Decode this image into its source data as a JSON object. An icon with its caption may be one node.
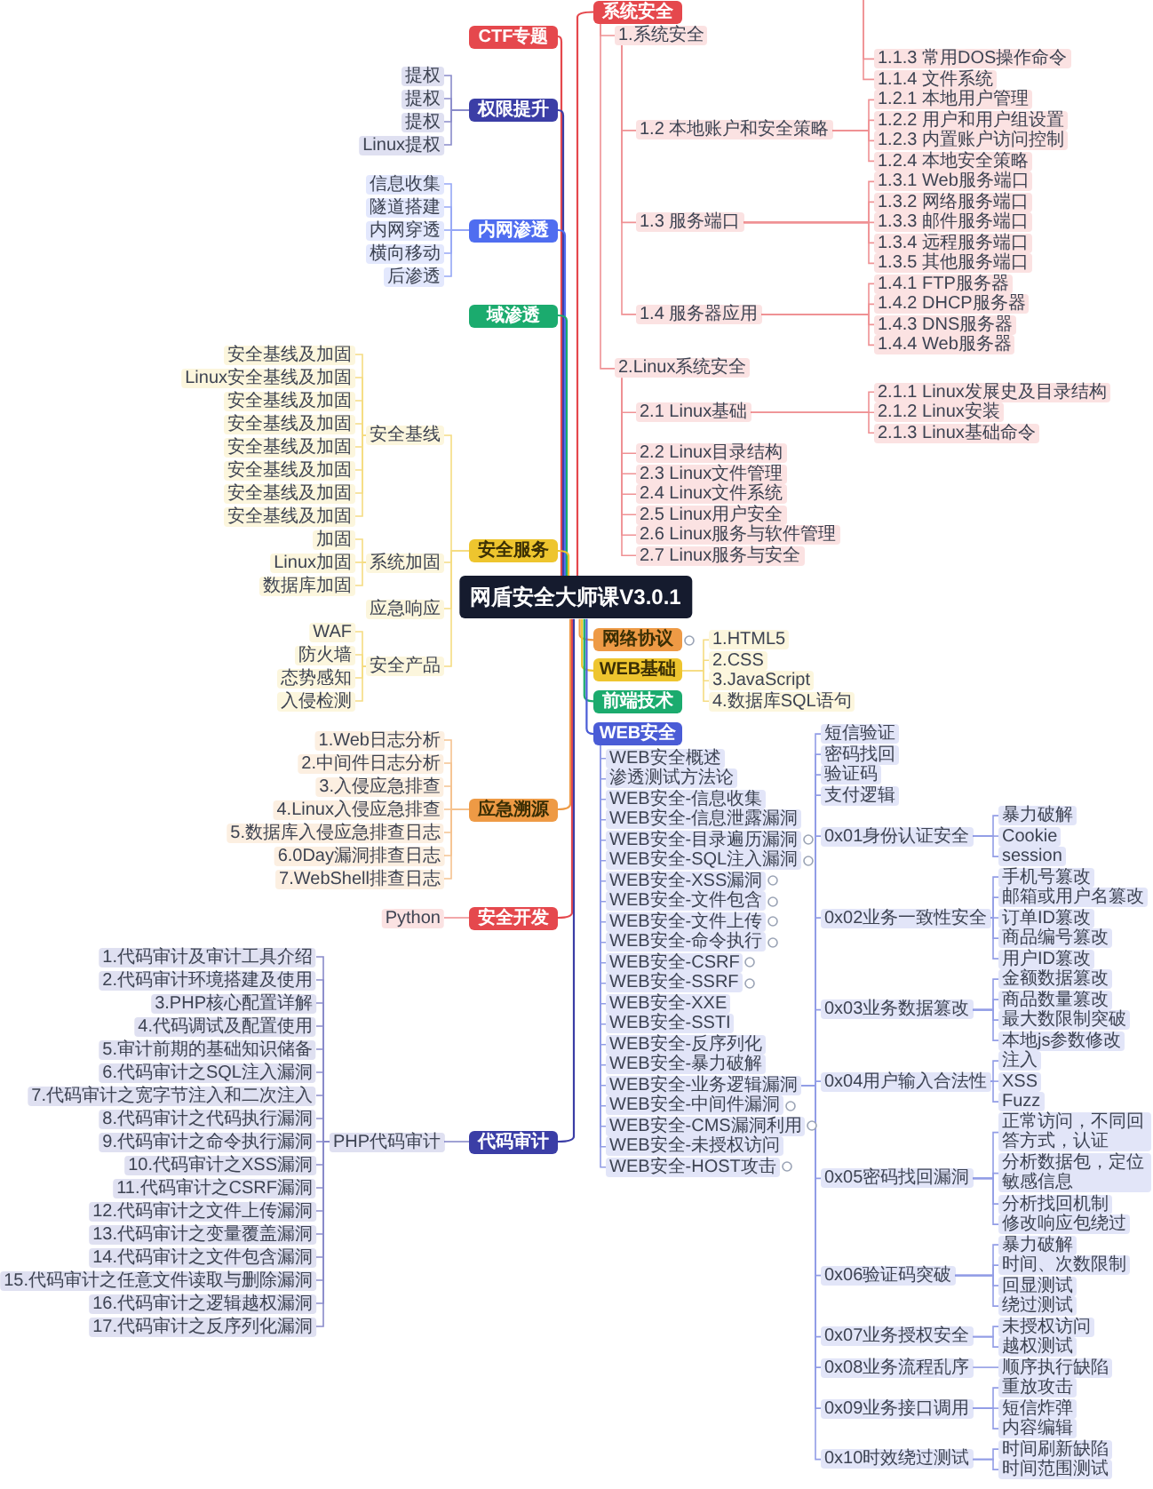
{
  "diagram": {
    "nodes": [
      {
        "text": [
          "网盾安全大师课V3.0.1"
        ]
      },
      {
        "text": [
          "系统安全"
        ]
      },
      {
        "text": [
          "1.系统安全"
        ]
      },
      {
        "text": [
          "1.1.3 常用DOS操作命令"
        ]
      },
      {
        "text": [
          "1.1.4 文件系统"
        ]
      },
      {
        "text": [
          "1.2 本地账户和安全策略"
        ]
      },
      {
        "text": [
          "1.2.1 本地用户管理"
        ]
      },
      {
        "text": [
          "1.2.2 用户和用户组设置"
        ]
      },
      {
        "text": [
          "1.2.3 内置账户访问控制"
        ]
      },
      {
        "text": [
          "1.2.4 本地安全策略"
        ]
      },
      {
        "text": [
          "1.3 服务端口"
        ]
      },
      {
        "text": [
          "1.3.1 Web服务端口"
        ]
      },
      {
        "text": [
          "1.3.2 网络服务端口"
        ]
      },
      {
        "text": [
          "1.3.3 邮件服务端口"
        ]
      },
      {
        "text": [
          "1.3.4 远程服务端口"
        ]
      },
      {
        "text": [
          "1.3.5 其他服务端口"
        ]
      },
      {
        "text": [
          "1.4 服务器应用"
        ]
      },
      {
        "text": [
          "1.4.1 FTP服务器"
        ]
      },
      {
        "text": [
          "1.4.2 DHCP服务器"
        ]
      },
      {
        "text": [
          "1.4.3 DNS服务器"
        ]
      },
      {
        "text": [
          "1.4.4 Web服务器"
        ]
      },
      {
        "text": [
          "2.Linux系统安全"
        ]
      },
      {
        "text": [
          "2.1 Linux基础"
        ]
      },
      {
        "text": [
          "2.1.1 Linux发展史及目录结构"
        ]
      },
      {
        "text": [
          "2.1.2 Linux安装"
        ]
      },
      {
        "text": [
          "2.1.3 Linux基础命令"
        ]
      },
      {
        "text": [
          "2.2 Linux目录结构"
        ]
      },
      {
        "text": [
          "2.3 Linux文件管理"
        ]
      },
      {
        "text": [
          "2.4 Linux文件系统"
        ]
      },
      {
        "text": [
          "2.5 Linux用户安全"
        ]
      },
      {
        "text": [
          "2.6 Linux服务与软件管理"
        ]
      },
      {
        "text": [
          "2.7 Linux服务与安全"
        ]
      },
      {
        "text": [
          "网络协议"
        ]
      },
      {
        "text": [
          "WEB基础"
        ]
      },
      {
        "text": [
          "1.HTML5"
        ]
      },
      {
        "text": [
          "2.CSS"
        ]
      },
      {
        "text": [
          "3.JavaScript"
        ]
      },
      {
        "text": [
          "4.数据库SQL语句"
        ]
      },
      {
        "text": [
          "前端技术"
        ]
      },
      {
        "text": [
          "WEB安全"
        ]
      },
      {
        "text": [
          "WEB安全概述"
        ]
      },
      {
        "text": [
          "渗透测试方法论"
        ]
      },
      {
        "text": [
          "WEB安全-信息收集"
        ]
      },
      {
        "text": [
          "WEB安全-信息泄露漏洞"
        ]
      },
      {
        "text": [
          "WEB安全-目录遍历漏洞"
        ]
      },
      {
        "text": [
          "WEB安全-SQL注入漏洞"
        ]
      },
      {
        "text": [
          "WEB安全-XSS漏洞"
        ]
      },
      {
        "text": [
          "WEB安全-文件包含"
        ]
      },
      {
        "text": [
          "WEB安全-文件上传"
        ]
      },
      {
        "text": [
          "WEB安全-命令执行"
        ]
      },
      {
        "text": [
          "WEB安全-CSRF"
        ]
      },
      {
        "text": [
          "WEB安全-SSRF"
        ]
      },
      {
        "text": [
          "WEB安全-XXE"
        ]
      },
      {
        "text": [
          "WEB安全-SSTI"
        ]
      },
      {
        "text": [
          "WEB安全-反序列化"
        ]
      },
      {
        "text": [
          "WEB安全-暴力破解"
        ]
      },
      {
        "text": [
          "WEB安全-业务逻辑漏洞"
        ]
      },
      {
        "text": [
          "短信验证"
        ]
      },
      {
        "text": [
          "密码找回"
        ]
      },
      {
        "text": [
          "验证码"
        ]
      },
      {
        "text": [
          "支付逻辑"
        ]
      },
      {
        "text": [
          "0x01身份认证安全"
        ]
      },
      {
        "text": [
          "暴力破解"
        ]
      },
      {
        "text": [
          "Cookie"
        ]
      },
      {
        "text": [
          "session"
        ]
      },
      {
        "text": [
          "0x02业务一致性安全"
        ]
      },
      {
        "text": [
          "手机号篡改"
        ]
      },
      {
        "text": [
          "邮箱或用户名篡改"
        ]
      },
      {
        "text": [
          "订单ID篡改"
        ]
      },
      {
        "text": [
          "商品编号篡改"
        ]
      },
      {
        "text": [
          "用户ID篡改"
        ]
      },
      {
        "text": [
          "0x03业务数据篡改"
        ]
      },
      {
        "text": [
          "金额数据篡改"
        ]
      },
      {
        "text": [
          "商品数量篡改"
        ]
      },
      {
        "text": [
          "最大数限制突破"
        ]
      },
      {
        "text": [
          "本地js参数修改"
        ]
      },
      {
        "text": [
          "0x04用户输入合法性"
        ]
      },
      {
        "text": [
          "注入"
        ]
      },
      {
        "text": [
          "XSS"
        ]
      },
      {
        "text": [
          "Fuzz"
        ]
      },
      {
        "text": [
          "0x05密码找回漏洞"
        ]
      },
      {
        "text": [
          "正常访问，不同回答方式，认证"
        ]
      },
      {
        "text": [
          "分析数据包，定位敏感信息"
        ]
      },
      {
        "text": [
          "分析找回机制"
        ]
      },
      {
        "text": [
          "修改响应包绕过"
        ]
      },
      {
        "text": [
          "0x06验证码突破"
        ]
      },
      {
        "text": [
          "暴力破解"
        ]
      },
      {
        "text": [
          "时间、次数限制"
        ]
      },
      {
        "text": [
          "回显测试"
        ]
      },
      {
        "text": [
          "绕过测试"
        ]
      },
      {
        "text": [
          "0x07业务授权安全"
        ]
      },
      {
        "text": [
          "未授权访问"
        ]
      },
      {
        "text": [
          "越权测试"
        ]
      },
      {
        "text": [
          "0x08业务流程乱序"
        ]
      },
      {
        "text": [
          "顺序执行缺陷"
        ]
      },
      {
        "text": [
          "0x09业务接口调用"
        ]
      },
      {
        "text": [
          "重放攻击"
        ]
      },
      {
        "text": [
          "短信炸弹"
        ]
      },
      {
        "text": [
          "内容编辑"
        ]
      },
      {
        "text": [
          "0x10时效绕过测试"
        ]
      },
      {
        "text": [
          "时间刷新缺陷"
        ]
      },
      {
        "text": [
          "时间范围测试"
        ]
      },
      {
        "text": [
          "WEB安全-中间件漏洞"
        ]
      },
      {
        "text": [
          "WEB安全-CMS漏洞利用"
        ]
      },
      {
        "text": [
          "WEB安全-未授权访问"
        ]
      },
      {
        "text": [
          "WEB安全-HOST攻击"
        ]
      },
      {
        "text": [
          "CTF专题"
        ]
      },
      {
        "text": [
          "权限提升"
        ]
      },
      {
        "text": [
          "提权"
        ]
      },
      {
        "text": [
          "提权"
        ]
      },
      {
        "text": [
          "提权"
        ]
      },
      {
        "text": [
          "Linux提权"
        ]
      },
      {
        "text": [
          "内网渗透"
        ]
      },
      {
        "text": [
          "信息收集"
        ]
      },
      {
        "text": [
          "隧道搭建"
        ]
      },
      {
        "text": [
          "内网穿透"
        ]
      },
      {
        "text": [
          "横向移动"
        ]
      },
      {
        "text": [
          "后渗透"
        ]
      },
      {
        "text": [
          "域渗透"
        ]
      },
      {
        "text": [
          "安全服务"
        ]
      },
      {
        "text": [
          "安全基线"
        ]
      },
      {
        "text": [
          "安全基线及加固"
        ]
      },
      {
        "text": [
          "Linux安全基线及加固"
        ]
      },
      {
        "text": [
          "安全基线及加固"
        ]
      },
      {
        "text": [
          "安全基线及加固"
        ]
      },
      {
        "text": [
          "安全基线及加固"
        ]
      },
      {
        "text": [
          "安全基线及加固"
        ]
      },
      {
        "text": [
          "安全基线及加固"
        ]
      },
      {
        "text": [
          "安全基线及加固"
        ]
      },
      {
        "text": [
          "系统加固"
        ]
      },
      {
        "text": [
          "加固"
        ]
      },
      {
        "text": [
          "Linux加固"
        ]
      },
      {
        "text": [
          "数据库加固"
        ]
      },
      {
        "text": [
          "应急响应"
        ]
      },
      {
        "text": [
          "安全产品"
        ]
      },
      {
        "text": [
          "WAF"
        ]
      },
      {
        "text": [
          "防火墙"
        ]
      },
      {
        "text": [
          "态势感知"
        ]
      },
      {
        "text": [
          "入侵检测"
        ]
      },
      {
        "text": [
          "应急溯源"
        ]
      },
      {
        "text": [
          "1.Web日志分析"
        ]
      },
      {
        "text": [
          "2.中间件日志分析"
        ]
      },
      {
        "text": [
          "3.入侵应急排查"
        ]
      },
      {
        "text": [
          "4.Linux入侵应急排查"
        ]
      },
      {
        "text": [
          "5.数据库入侵应急排查日志"
        ]
      },
      {
        "text": [
          "6.0Day漏洞排查日志"
        ]
      },
      {
        "text": [
          "7.WebShell排查日志"
        ]
      },
      {
        "text": [
          "安全开发"
        ]
      },
      {
        "text": [
          "Python"
        ]
      },
      {
        "text": [
          "代码审计"
        ]
      },
      {
        "text": [
          "PHP代码审计"
        ]
      },
      {
        "text": [
          "1.代码审计及审计工具介绍"
        ]
      },
      {
        "text": [
          "2.代码审计环境搭建及使用"
        ]
      },
      {
        "text": [
          "3.PHP核心配置详解"
        ]
      },
      {
        "text": [
          "4.代码调试及配置使用"
        ]
      },
      {
        "text": [
          "5.审计前期的基础知识储备"
        ]
      },
      {
        "text": [
          "6.代码审计之SQL注入漏洞"
        ]
      },
      {
        "text": [
          "7.代码审计之宽字节注入和二次注入"
        ]
      },
      {
        "text": [
          "8.代码审计之代码执行漏洞"
        ]
      },
      {
        "text": [
          "9.代码审计之命令执行漏洞"
        ]
      },
      {
        "text": [
          "10.代码审计之XSS漏洞"
        ]
      },
      {
        "text": [
          "11.代码审计之CSRF漏洞"
        ]
      },
      {
        "text": [
          "12.代码审计之文件上传漏洞"
        ]
      },
      {
        "text": [
          "13.代码审计之变量覆盖漏洞"
        ]
      },
      {
        "text": [
          "14.代码审计之文件包含漏洞"
        ]
      },
      {
        "text": [
          "15.代码审计之任意文件读取与删除漏洞"
        ]
      },
      {
        "text": [
          "16.代码审计之逻辑越权漏洞"
        ]
      },
      {
        "text": [
          "17.代码审计之反序列化漏洞"
        ]
      }
    ],
    "edges": [
      {
        "from": 0,
        "to": 1,
        "arrow": "none",
        "color": "#e5484d"
      },
      {
        "from": 0,
        "to": 32,
        "arrow": "none",
        "color": "#ee9a45"
      },
      {
        "from": 0,
        "to": 33,
        "arrow": "none",
        "color": "#eec52e"
      },
      {
        "from": 0,
        "to": 38,
        "arrow": "none",
        "color": "#1bab6e"
      },
      {
        "from": 0,
        "to": 39,
        "arrow": "none",
        "color": "#4a5cd6"
      },
      {
        "from": 0,
        "to": 106,
        "arrow": "none",
        "color": "#e5484d"
      },
      {
        "from": 0,
        "to": 107,
        "arrow": "none",
        "color": "#3b3ea6"
      },
      {
        "from": 0,
        "to": 112,
        "arrow": "none",
        "color": "#4f6df0"
      },
      {
        "from": 0,
        "to": 118,
        "arrow": "none",
        "color": "#1bab6e"
      },
      {
        "from": 0,
        "to": 119,
        "arrow": "none",
        "color": "#eec52e"
      },
      {
        "from": 0,
        "to": 139,
        "arrow": "none",
        "color": "#ee9a45"
      },
      {
        "from": 0,
        "to": 147,
        "arrow": "none",
        "color": "#e5484d"
      },
      {
        "from": 0,
        "to": 149,
        "arrow": "none",
        "color": "#3b3ea6"
      },
      {
        "from": 1,
        "to": 2,
        "arrow": "none",
        "color": "#ef9194"
      },
      {
        "from": 1,
        "to": 21,
        "arrow": "none",
        "color": "#ef9194"
      },
      {
        "from": null,
        "to": 3,
        "arrow": "none",
        "color": "#ef9194"
      },
      {
        "from": null,
        "to": 4,
        "arrow": "none",
        "color": "#ef9194"
      },
      {
        "from": 2,
        "to": 5,
        "arrow": "none",
        "color": "#ef9194"
      },
      {
        "from": 2,
        "to": 10,
        "arrow": "none",
        "color": "#ef9194"
      },
      {
        "from": 2,
        "to": 16,
        "arrow": "none",
        "color": "#ef9194"
      },
      {
        "from": 5,
        "to": 6,
        "arrow": "none",
        "color": "#ef9194"
      },
      {
        "from": 5,
        "to": 7,
        "arrow": "none",
        "color": "#ef9194"
      },
      {
        "from": 5,
        "to": 8,
        "arrow": "none",
        "color": "#ef9194"
      },
      {
        "from": 5,
        "to": 9,
        "arrow": "none",
        "color": "#ef9194"
      },
      {
        "from": 10,
        "to": 11,
        "arrow": "none",
        "color": "#ef9194"
      },
      {
        "from": 10,
        "to": 12,
        "arrow": "none",
        "color": "#ef9194"
      },
      {
        "from": 10,
        "to": 13,
        "arrow": "none",
        "color": "#ef9194"
      },
      {
        "from": 10,
        "to": 14,
        "arrow": "none",
        "color": "#ef9194"
      },
      {
        "from": 10,
        "to": 15,
        "arrow": "none",
        "color": "#ef9194"
      },
      {
        "from": 16,
        "to": 17,
        "arrow": "none",
        "color": "#ef9194"
      },
      {
        "from": 16,
        "to": 18,
        "arrow": "none",
        "color": "#ef9194"
      },
      {
        "from": 16,
        "to": 19,
        "arrow": "none",
        "color": "#ef9194"
      },
      {
        "from": 16,
        "to": 20,
        "arrow": "none",
        "color": "#ef9194"
      },
      {
        "from": 21,
        "to": 22,
        "arrow": "none",
        "color": "#ef9194"
      },
      {
        "from": 21,
        "to": 26,
        "arrow": "none",
        "color": "#ef9194"
      },
      {
        "from": 21,
        "to": 27,
        "arrow": "none",
        "color": "#ef9194"
      },
      {
        "from": 21,
        "to": 28,
        "arrow": "none",
        "color": "#ef9194"
      },
      {
        "from": 21,
        "to": 29,
        "arrow": "none",
        "color": "#ef9194"
      },
      {
        "from": 21,
        "to": 30,
        "arrow": "none",
        "color": "#ef9194"
      },
      {
        "from": 21,
        "to": 31,
        "arrow": "none",
        "color": "#ef9194"
      },
      {
        "from": 22,
        "to": 23,
        "arrow": "none",
        "color": "#ef9194"
      },
      {
        "from": 22,
        "to": 24,
        "arrow": "none",
        "color": "#ef9194"
      },
      {
        "from": 22,
        "to": 25,
        "arrow": "none",
        "color": "#ef9194"
      },
      {
        "from": 33,
        "to": 34,
        "arrow": "none",
        "color": "#f5dc82"
      },
      {
        "from": 33,
        "to": 35,
        "arrow": "none",
        "color": "#f5dc82"
      },
      {
        "from": 33,
        "to": 36,
        "arrow": "none",
        "color": "#f5dc82"
      },
      {
        "from": 33,
        "to": 37,
        "arrow": "none",
        "color": "#f5dc82"
      },
      {
        "from": 39,
        "to": 40,
        "arrow": "none",
        "color": "#929de6"
      },
      {
        "from": 39,
        "to": 41,
        "arrow": "none",
        "color": "#929de6"
      },
      {
        "from": 39,
        "to": 42,
        "arrow": "none",
        "color": "#929de6"
      },
      {
        "from": 39,
        "to": 43,
        "arrow": "none",
        "color": "#929de6"
      },
      {
        "from": 39,
        "to": 44,
        "arrow": "none",
        "color": "#929de6"
      },
      {
        "from": 39,
        "to": 45,
        "arrow": "none",
        "color": "#929de6"
      },
      {
        "from": 39,
        "to": 46,
        "arrow": "none",
        "color": "#929de6"
      },
      {
        "from": 39,
        "to": 47,
        "arrow": "none",
        "color": "#929de6"
      },
      {
        "from": 39,
        "to": 48,
        "arrow": "none",
        "color": "#929de6"
      },
      {
        "from": 39,
        "to": 49,
        "arrow": "none",
        "color": "#929de6"
      },
      {
        "from": 39,
        "to": 50,
        "arrow": "none",
        "color": "#929de6"
      },
      {
        "from": 39,
        "to": 51,
        "arrow": "none",
        "color": "#929de6"
      },
      {
        "from": 39,
        "to": 52,
        "arrow": "none",
        "color": "#929de6"
      },
      {
        "from": 39,
        "to": 53,
        "arrow": "none",
        "color": "#929de6"
      },
      {
        "from": 39,
        "to": 54,
        "arrow": "none",
        "color": "#929de6"
      },
      {
        "from": 39,
        "to": 55,
        "arrow": "none",
        "color": "#929de6"
      },
      {
        "from": 39,
        "to": 56,
        "arrow": "none",
        "color": "#929de6"
      },
      {
        "from": 39,
        "to": 102,
        "arrow": "none",
        "color": "#929de6"
      },
      {
        "from": 39,
        "to": 103,
        "arrow": "none",
        "color": "#929de6"
      },
      {
        "from": 39,
        "to": 104,
        "arrow": "none",
        "color": "#929de6"
      },
      {
        "from": 39,
        "to": 105,
        "arrow": "none",
        "color": "#929de6"
      },
      {
        "from": 56,
        "to": 57,
        "arrow": "none",
        "color": "#929de6"
      },
      {
        "from": 56,
        "to": 58,
        "arrow": "none",
        "color": "#929de6"
      },
      {
        "from": 56,
        "to": 59,
        "arrow": "none",
        "color": "#929de6"
      },
      {
        "from": 56,
        "to": 60,
        "arrow": "none",
        "color": "#929de6"
      },
      {
        "from": 56,
        "to": 61,
        "arrow": "none",
        "color": "#929de6"
      },
      {
        "from": 56,
        "to": 65,
        "arrow": "none",
        "color": "#929de6"
      },
      {
        "from": 56,
        "to": 71,
        "arrow": "none",
        "color": "#929de6"
      },
      {
        "from": 56,
        "to": 76,
        "arrow": "none",
        "color": "#929de6"
      },
      {
        "from": 56,
        "to": 80,
        "arrow": "none",
        "color": "#929de6"
      },
      {
        "from": 56,
        "to": 85,
        "arrow": "none",
        "color": "#929de6"
      },
      {
        "from": 56,
        "to": 90,
        "arrow": "none",
        "color": "#929de6"
      },
      {
        "from": 56,
        "to": 93,
        "arrow": "none",
        "color": "#929de6"
      },
      {
        "from": 56,
        "to": 95,
        "arrow": "none",
        "color": "#929de6"
      },
      {
        "from": 56,
        "to": 99,
        "arrow": "none",
        "color": "#929de6"
      },
      {
        "from": 61,
        "to": 62,
        "arrow": "none",
        "color": "#929de6"
      },
      {
        "from": 61,
        "to": 63,
        "arrow": "none",
        "color": "#929de6"
      },
      {
        "from": 61,
        "to": 64,
        "arrow": "none",
        "color": "#929de6"
      },
      {
        "from": 65,
        "to": 66,
        "arrow": "none",
        "color": "#929de6"
      },
      {
        "from": 65,
        "to": 67,
        "arrow": "none",
        "color": "#929de6"
      },
      {
        "from": 65,
        "to": 68,
        "arrow": "none",
        "color": "#929de6"
      },
      {
        "from": 65,
        "to": 69,
        "arrow": "none",
        "color": "#929de6"
      },
      {
        "from": 65,
        "to": 70,
        "arrow": "none",
        "color": "#929de6"
      },
      {
        "from": 71,
        "to": 72,
        "arrow": "none",
        "color": "#929de6"
      },
      {
        "from": 71,
        "to": 73,
        "arrow": "none",
        "color": "#929de6"
      },
      {
        "from": 71,
        "to": 74,
        "arrow": "none",
        "color": "#929de6"
      },
      {
        "from": 71,
        "to": 75,
        "arrow": "none",
        "color": "#929de6"
      },
      {
        "from": 76,
        "to": 77,
        "arrow": "none",
        "color": "#929de6"
      },
      {
        "from": 76,
        "to": 78,
        "arrow": "none",
        "color": "#929de6"
      },
      {
        "from": 76,
        "to": 79,
        "arrow": "none",
        "color": "#929de6"
      },
      {
        "from": 80,
        "to": 81,
        "arrow": "none",
        "color": "#929de6"
      },
      {
        "from": 80,
        "to": 82,
        "arrow": "none",
        "color": "#929de6"
      },
      {
        "from": 80,
        "to": 83,
        "arrow": "none",
        "color": "#929de6"
      },
      {
        "from": 80,
        "to": 84,
        "arrow": "none",
        "color": "#929de6"
      },
      {
        "from": 85,
        "to": 86,
        "arrow": "none",
        "color": "#929de6"
      },
      {
        "from": 85,
        "to": 87,
        "arrow": "none",
        "color": "#929de6"
      },
      {
        "from": 85,
        "to": 88,
        "arrow": "none",
        "color": "#929de6"
      },
      {
        "from": 85,
        "to": 89,
        "arrow": "none",
        "color": "#929de6"
      },
      {
        "from": 90,
        "to": 91,
        "arrow": "none",
        "color": "#929de6"
      },
      {
        "from": 90,
        "to": 92,
        "arrow": "none",
        "color": "#929de6"
      },
      {
        "from": 93,
        "to": 94,
        "arrow": "none",
        "color": "#929de6"
      },
      {
        "from": 95,
        "to": 96,
        "arrow": "none",
        "color": "#929de6"
      },
      {
        "from": 95,
        "to": 97,
        "arrow": "none",
        "color": "#929de6"
      },
      {
        "from": 95,
        "to": 98,
        "arrow": "none",
        "color": "#929de6"
      },
      {
        "from": 99,
        "to": 100,
        "arrow": "none",
        "color": "#929de6"
      },
      {
        "from": 99,
        "to": 101,
        "arrow": "none",
        "color": "#929de6"
      },
      {
        "from": 107,
        "to": 108,
        "arrow": "none",
        "color": "#898bca"
      },
      {
        "from": 107,
        "to": 109,
        "arrow": "none",
        "color": "#898bca"
      },
      {
        "from": 107,
        "to": 110,
        "arrow": "none",
        "color": "#898bca"
      },
      {
        "from": 107,
        "to": 111,
        "arrow": "none",
        "color": "#898bca"
      },
      {
        "from": 112,
        "to": 113,
        "arrow": "none",
        "color": "#95a7f6"
      },
      {
        "from": 112,
        "to": 114,
        "arrow": "none",
        "color": "#95a7f6"
      },
      {
        "from": 112,
        "to": 115,
        "arrow": "none",
        "color": "#95a7f6"
      },
      {
        "from": 112,
        "to": 116,
        "arrow": "none",
        "color": "#95a7f6"
      },
      {
        "from": 112,
        "to": 117,
        "arrow": "none",
        "color": "#95a7f6"
      },
      {
        "from": 119,
        "to": 120,
        "arrow": "none",
        "color": "#f5dc82"
      },
      {
        "from": 119,
        "to": 129,
        "arrow": "none",
        "color": "#f5dc82"
      },
      {
        "from": 119,
        "to": 133,
        "arrow": "none",
        "color": "#f5dc82"
      },
      {
        "from": 119,
        "to": 134,
        "arrow": "none",
        "color": "#f5dc82"
      },
      {
        "from": 120,
        "to": 121,
        "arrow": "none",
        "color": "#f5dc82"
      },
      {
        "from": 120,
        "to": 122,
        "arrow": "none",
        "color": "#f5dc82"
      },
      {
        "from": 120,
        "to": 123,
        "arrow": "none",
        "color": "#f5dc82"
      },
      {
        "from": 120,
        "to": 124,
        "arrow": "none",
        "color": "#f5dc82"
      },
      {
        "from": 120,
        "to": 125,
        "arrow": "none",
        "color": "#f5dc82"
      },
      {
        "from": 120,
        "to": 126,
        "arrow": "none",
        "color": "#f5dc82"
      },
      {
        "from": 120,
        "to": 127,
        "arrow": "none",
        "color": "#f5dc82"
      },
      {
        "from": 120,
        "to": 128,
        "arrow": "none",
        "color": "#f5dc82"
      },
      {
        "from": 129,
        "to": 130,
        "arrow": "none",
        "color": "#f5dc82"
      },
      {
        "from": 129,
        "to": 131,
        "arrow": "none",
        "color": "#f5dc82"
      },
      {
        "from": 129,
        "to": 132,
        "arrow": "none",
        "color": "#f5dc82"
      },
      {
        "from": 134,
        "to": 135,
        "arrow": "none",
        "color": "#f5dc82"
      },
      {
        "from": 134,
        "to": 136,
        "arrow": "none",
        "color": "#f5dc82"
      },
      {
        "from": 134,
        "to": 137,
        "arrow": "none",
        "color": "#f5dc82"
      },
      {
        "from": 134,
        "to": 138,
        "arrow": "none",
        "color": "#f5dc82"
      },
      {
        "from": 139,
        "to": 140,
        "arrow": "none",
        "color": "#f5c28f"
      },
      {
        "from": 139,
        "to": 141,
        "arrow": "none",
        "color": "#f5c28f"
      },
      {
        "from": 139,
        "to": 142,
        "arrow": "none",
        "color": "#f5c28f"
      },
      {
        "from": 139,
        "to": 143,
        "arrow": "none",
        "color": "#f5c28f"
      },
      {
        "from": 139,
        "to": 144,
        "arrow": "none",
        "color": "#f5c28f"
      },
      {
        "from": 139,
        "to": 145,
        "arrow": "none",
        "color": "#f5c28f"
      },
      {
        "from": 139,
        "to": 146,
        "arrow": "none",
        "color": "#f5c28f"
      },
      {
        "from": 147,
        "to": 148,
        "arrow": "none",
        "color": "#ef9194"
      },
      {
        "from": 149,
        "to": 150,
        "arrow": "none",
        "color": "#898bca"
      },
      {
        "from": 150,
        "to": 151,
        "arrow": "none",
        "color": "#898bca"
      },
      {
        "from": 150,
        "to": 152,
        "arrow": "none",
        "color": "#898bca"
      },
      {
        "from": 150,
        "to": 153,
        "arrow": "none",
        "color": "#898bca"
      },
      {
        "from": 150,
        "to": 154,
        "arrow": "none",
        "color": "#898bca"
      },
      {
        "from": 150,
        "to": 155,
        "arrow": "none",
        "color": "#898bca"
      },
      {
        "from": 150,
        "to": 156,
        "arrow": "none",
        "color": "#898bca"
      },
      {
        "from": 150,
        "to": 157,
        "arrow": "none",
        "color": "#898bca"
      },
      {
        "from": 150,
        "to": 158,
        "arrow": "none",
        "color": "#898bca"
      },
      {
        "from": 150,
        "to": 159,
        "arrow": "none",
        "color": "#898bca"
      },
      {
        "from": 150,
        "to": 160,
        "arrow": "none",
        "color": "#898bca"
      },
      {
        "from": 150,
        "to": 161,
        "arrow": "none",
        "color": "#898bca"
      },
      {
        "from": 150,
        "to": 162,
        "arrow": "none",
        "color": "#898bca"
      },
      {
        "from": 150,
        "to": 163,
        "arrow": "none",
        "color": "#898bca"
      },
      {
        "from": 150,
        "to": 164,
        "arrow": "none",
        "color": "#898bca"
      },
      {
        "from": 150,
        "to": 165,
        "arrow": "none",
        "color": "#898bca"
      },
      {
        "from": 150,
        "to": 166,
        "arrow": "none",
        "color": "#898bca"
      },
      {
        "from": 150,
        "to": 167,
        "arrow": "none",
        "color": "#898bca"
      }
    ]
  }
}
